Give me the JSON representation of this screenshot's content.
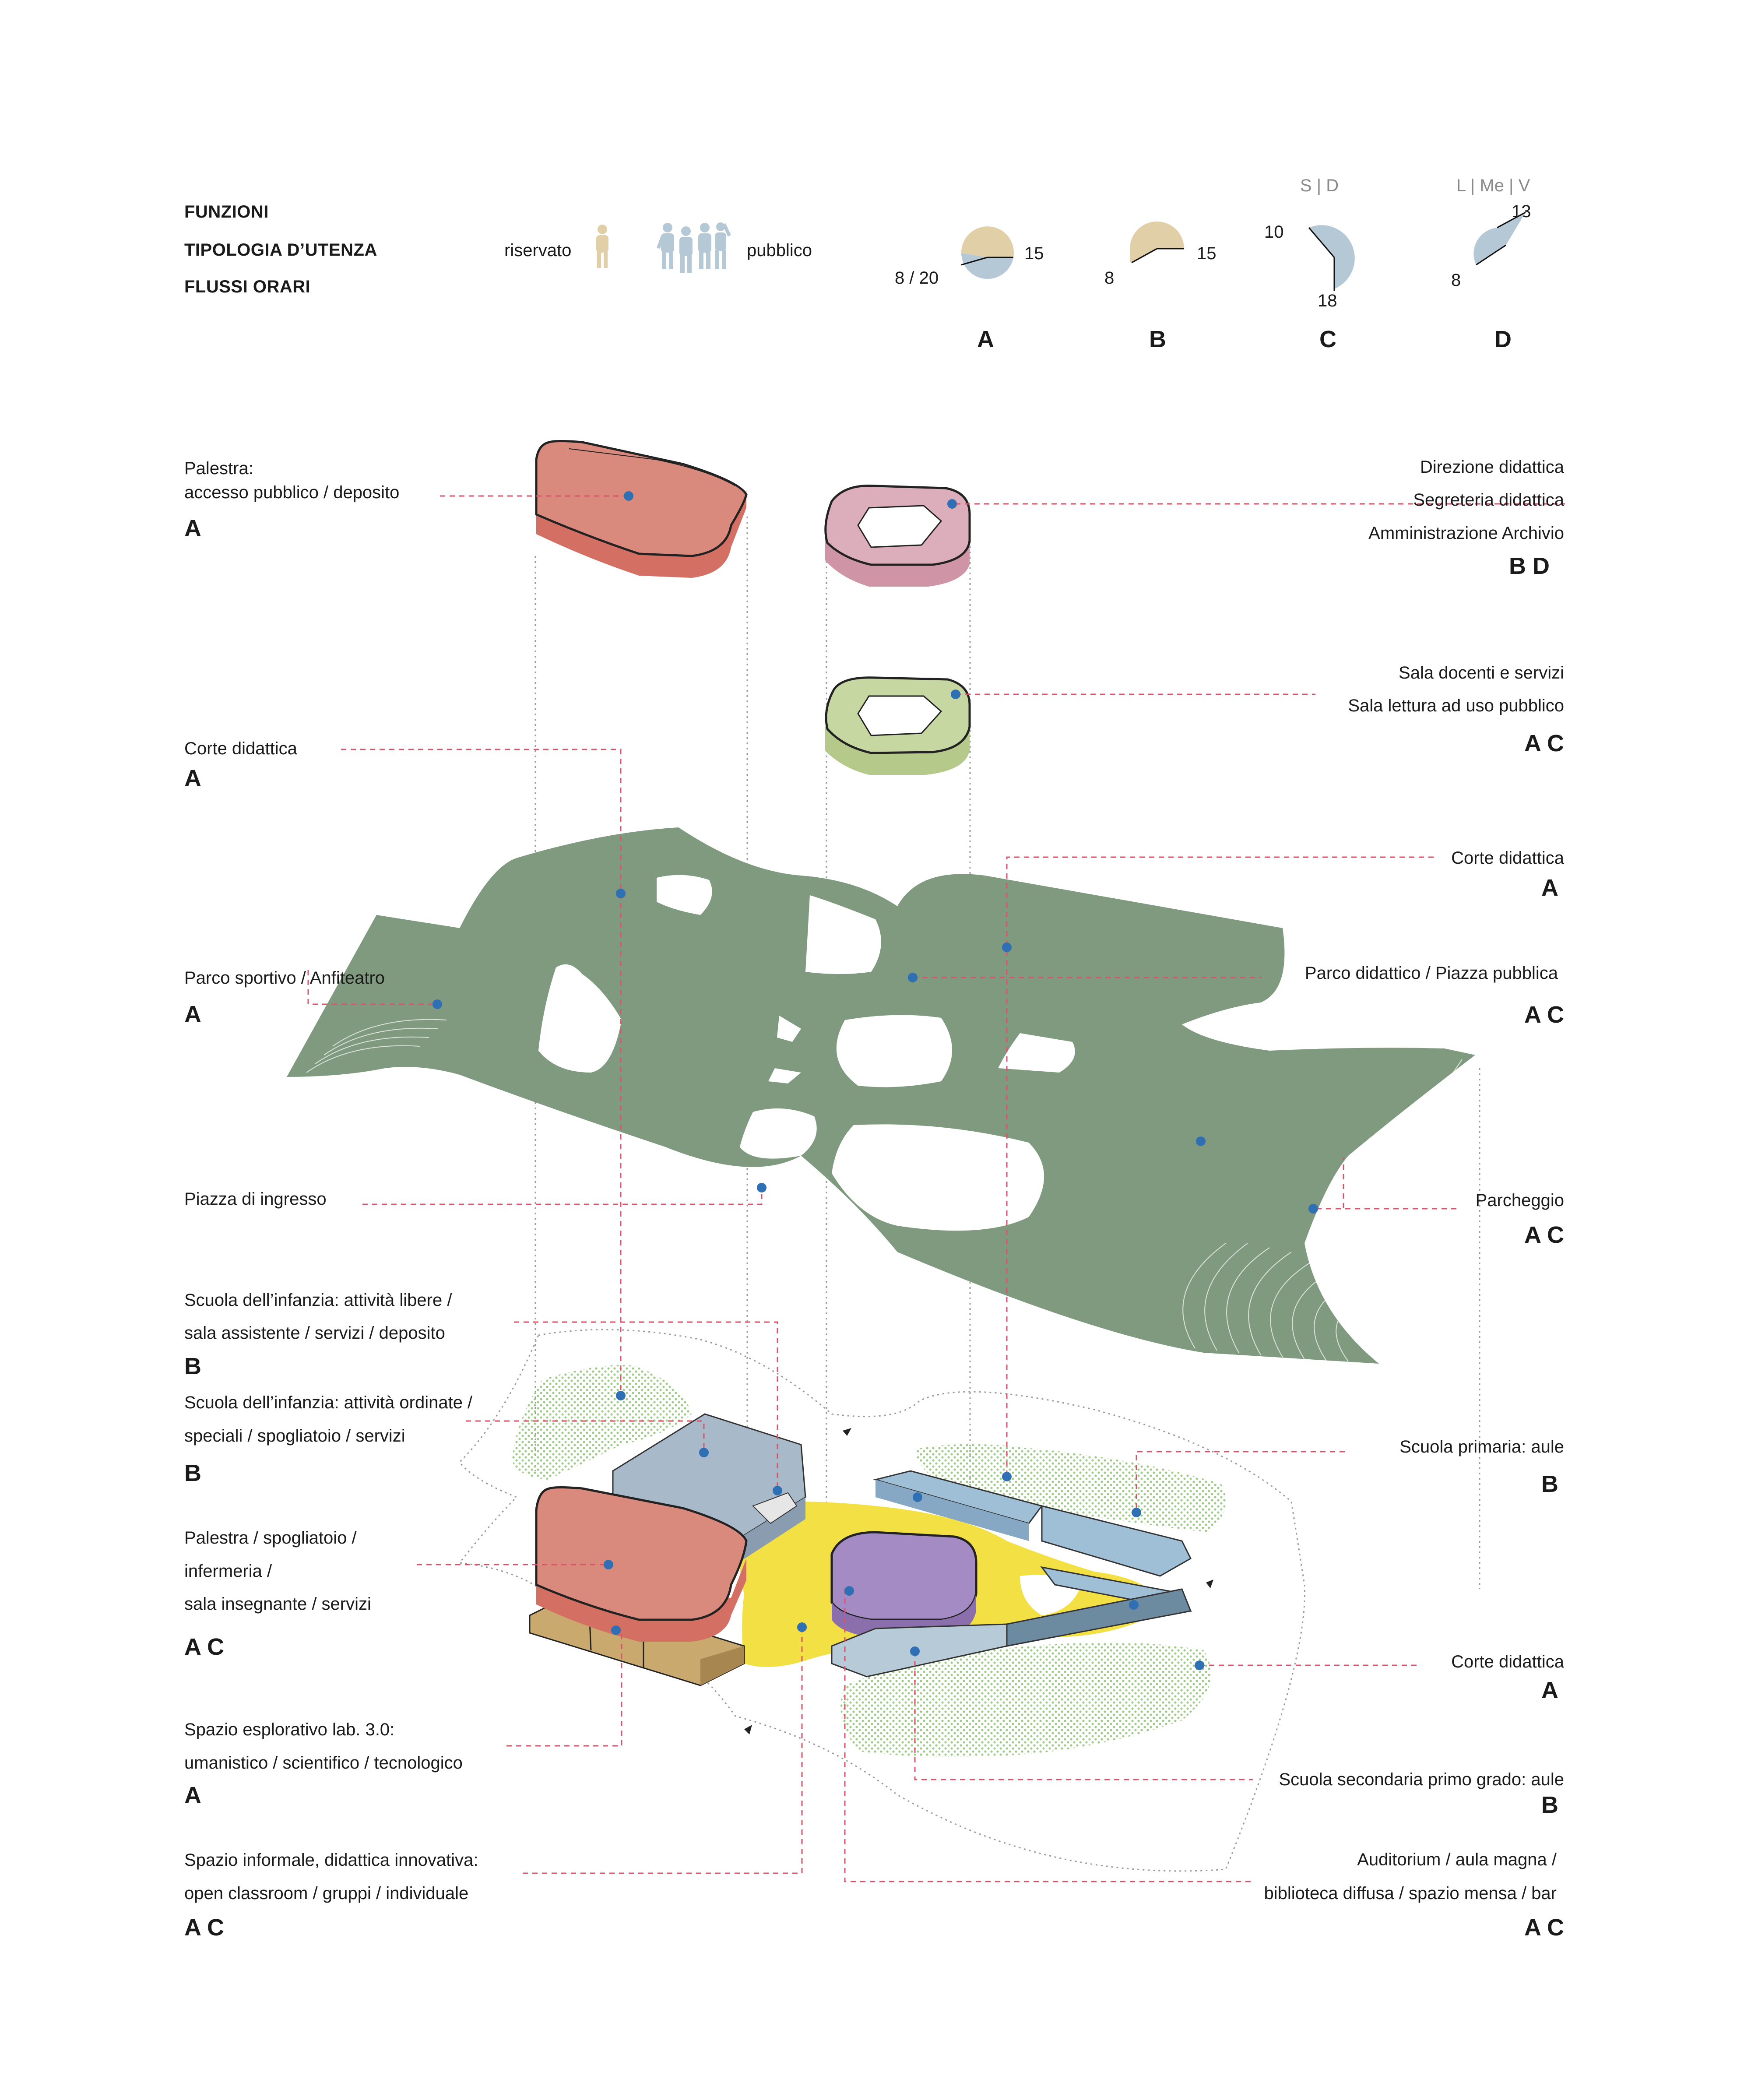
{
  "legend": {
    "headings": [
      "FUNZIONI",
      "TIPOLOGIA D’UTENZA",
      "FLUSSI ORARI"
    ],
    "reserved_label": "riservato",
    "public_label": "pubblico",
    "reserved_icon": "person-icon",
    "public_icon": "crowd-icon"
  },
  "schedules": [
    {
      "code": "A",
      "days": "",
      "labels": [
        "8 / 20",
        "15"
      ],
      "colors": [
        "#e1cfa8",
        "#b4c9d5"
      ]
    },
    {
      "code": "B",
      "days": "",
      "labels": [
        "8",
        "15"
      ],
      "colors": [
        "#e1cfa8"
      ]
    },
    {
      "code": "C",
      "days": "S | D",
      "labels": [
        "10",
        "18"
      ],
      "colors": [
        "#b4c9d5"
      ]
    },
    {
      "code": "D",
      "days": "L | Me | V",
      "labels": [
        "13",
        "8"
      ],
      "colors": [
        "#b4c9d5"
      ]
    }
  ],
  "callouts_left": [
    {
      "lines": [
        "Palestra:",
        "accesso pubblico / deposito"
      ],
      "code": "A"
    },
    {
      "lines": [
        "Corte didattica"
      ],
      "code": "A"
    },
    {
      "lines": [
        "Parco sportivo / Anfiteatro"
      ],
      "code": "A"
    },
    {
      "lines": [
        "Piazza di ingresso"
      ],
      "code": ""
    },
    {
      "lines": [
        "Scuola dell’infanzia: attività libere /",
        "sala assistente / servizi / deposito"
      ],
      "code": "B"
    },
    {
      "lines": [
        "Scuola dell’infanzia: attività ordinate /",
        "speciali / spogliatoio / servizi"
      ],
      "code": "B"
    },
    {
      "lines": [
        "Palestra / spogliatoio /",
        "infermeria /",
        "sala insegnante / servizi"
      ],
      "code": "A C"
    },
    {
      "lines": [
        "Spazio esplorativo lab. 3.0:",
        "umanistico / scientifico / tecnologico"
      ],
      "code": "A"
    },
    {
      "lines": [
        "Spazio informale, didattica innovativa:",
        "open classroom / gruppi / individuale"
      ],
      "code": "A C"
    }
  ],
  "callouts_right": [
    {
      "lines": [
        "Direzione didattica",
        "Segreteria didattica",
        "Amministrazione Archivio"
      ],
      "code": "B D"
    },
    {
      "lines": [
        "Sala docenti e servizi",
        "Sala lettura ad uso pubblico"
      ],
      "code": "A C"
    },
    {
      "lines": [
        "Corte didattica"
      ],
      "code": "A"
    },
    {
      "lines": [
        "Parco didattico / Piazza pubblica"
      ],
      "code": "A C"
    },
    {
      "lines": [
        "Parcheggio"
      ],
      "code": "A C"
    },
    {
      "lines": [
        "Scuola primaria: aule"
      ],
      "code": "B"
    },
    {
      "lines": [
        "Corte didattica"
      ],
      "code": "A"
    },
    {
      "lines": [
        "Scuola secondaria primo grado: aule"
      ],
      "code": "B"
    },
    {
      "lines": [
        "Auditorium / aula magna /",
        "biblioteca diffusa / spazio mensa / bar"
      ],
      "code": "A C"
    }
  ],
  "colors": {
    "reserved": "#e1cfa8",
    "public": "#b4c9d5",
    "landscape": "#7f9a7f",
    "gym": "#d88478",
    "admin": "#d7a8b5",
    "teachers": "#bcd092",
    "auditorium": "#a58bc4",
    "piazza": "#f2e044",
    "lab": "#c9a96e",
    "infancy": "#a8b9c9",
    "classrooms": "#9fbfd6",
    "garden_dots": "#9dca86",
    "leader": "#d9546b",
    "marker": "#2f6fb3"
  }
}
